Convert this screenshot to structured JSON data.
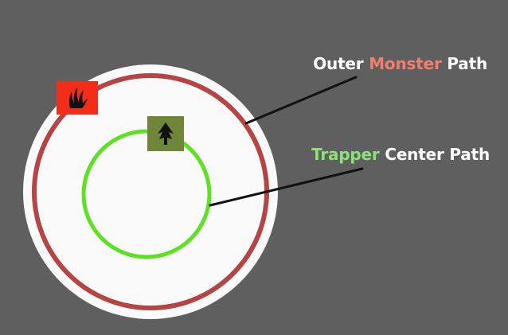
{
  "labels": {
    "outer_path": {
      "prefix": "Outer ",
      "highlight": "Monster",
      "suffix": " Path"
    },
    "trapper_path": {
      "highlight": "Trapper",
      "suffix": " Center Path"
    }
  },
  "colors": {
    "background": "#5f5f5f",
    "arena_fill": "#fafafa",
    "outer_path": "#b54545",
    "trapper_path": "#5ee023",
    "monster_text": "#f07f6b",
    "trapper_text": "#8ee07a",
    "label_text": "#ffffff",
    "leader_line": "#111111",
    "monster_icon_bg": "#f22e1b",
    "trapper_icon_bg": "#6e853a"
  },
  "icons": {
    "monster": "claw-icon",
    "trapper": "arrow-up-icon"
  }
}
